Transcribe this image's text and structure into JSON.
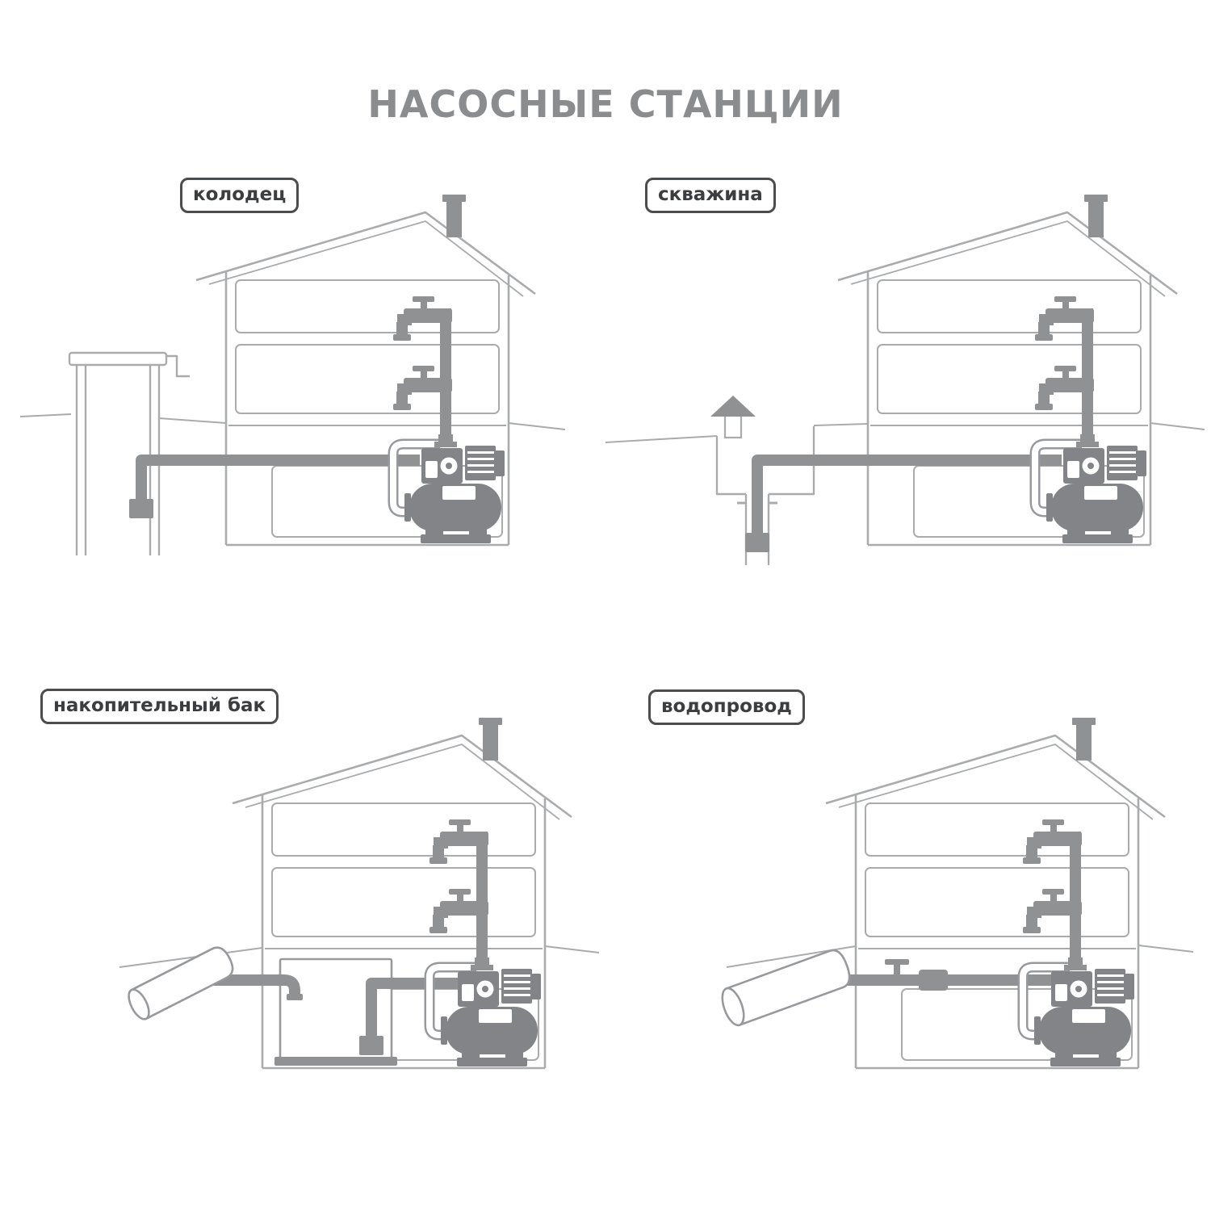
{
  "title": "НАСОСНЫЕ СТАНЦИИ",
  "quadrants": [
    {
      "id": "well",
      "label": "колодец"
    },
    {
      "id": "borehole",
      "label": "скважина"
    },
    {
      "id": "storage-tank",
      "label": "накопительный бак"
    },
    {
      "id": "water-main",
      "label": "водопровод"
    }
  ],
  "colors": {
    "background": "#ffffff",
    "title": "#8a8c8e",
    "label_text": "#3b3d3f",
    "label_border": "#4a4c4e",
    "outline": "#a9abad",
    "pipe": "#8f9193",
    "pump": "#828487",
    "tank_outline": "#97999c",
    "white": "#ffffff"
  }
}
